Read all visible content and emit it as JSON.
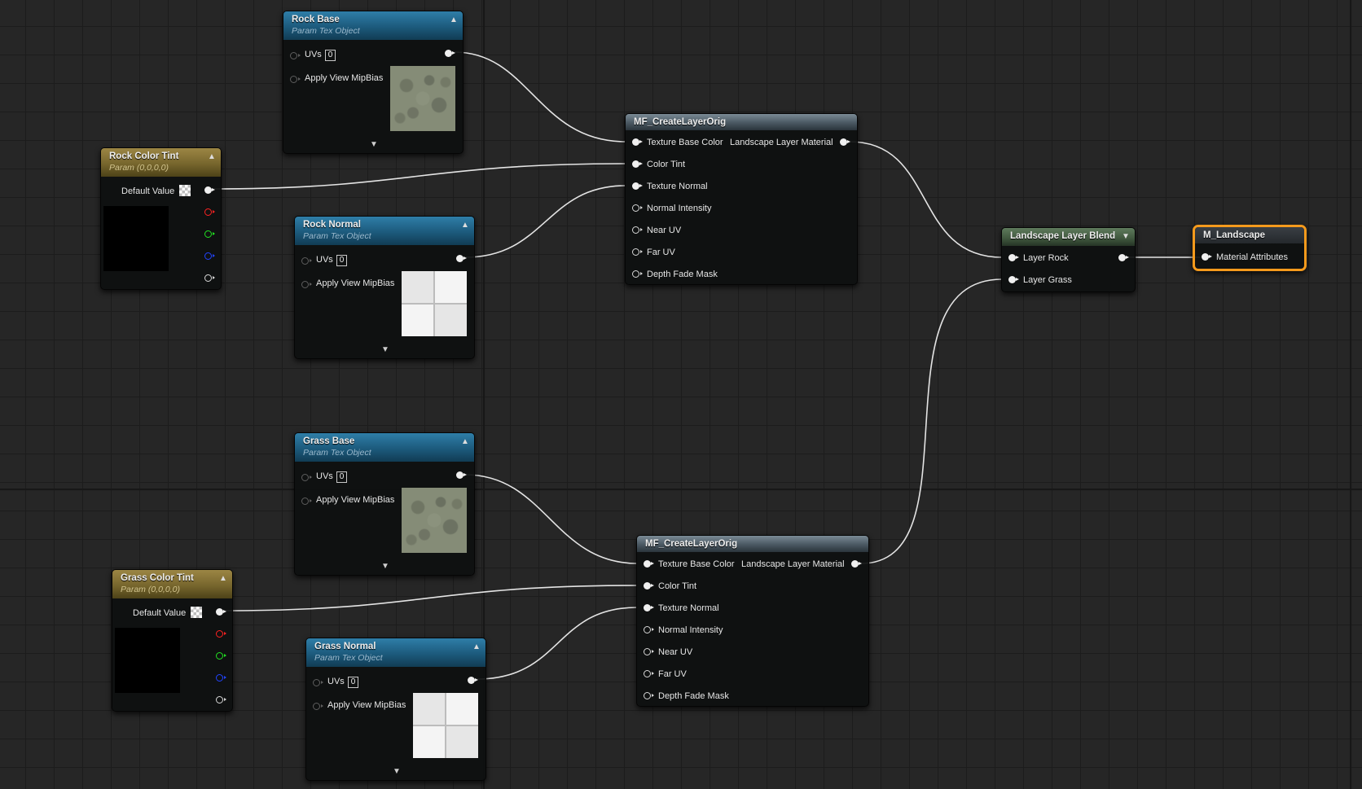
{
  "nodes": {
    "rock_base": {
      "title": "Rock Base",
      "subtitle": "Param Tex Object",
      "uvs_label": "UVs",
      "uvs_value": "0",
      "mip_label": "Apply View MipBias",
      "texture": "rock-albedo-texture"
    },
    "rock_normal": {
      "title": "Rock Normal",
      "subtitle": "Param Tex Object",
      "uvs_label": "UVs",
      "uvs_value": "0",
      "mip_label": "Apply View MipBias",
      "texture": "normal-map-texture"
    },
    "rock_tint": {
      "title": "Rock Color Tint",
      "subtitle": "Param (0,0,0,0)",
      "default_label": "Default Value"
    },
    "grass_base": {
      "title": "Grass Base",
      "subtitle": "Param Tex Object",
      "uvs_label": "UVs",
      "uvs_value": "0",
      "mip_label": "Apply View MipBias",
      "texture": "grass-albedo-texture"
    },
    "grass_normal": {
      "title": "Grass Normal",
      "subtitle": "Param Tex Object",
      "uvs_label": "UVs",
      "uvs_value": "0",
      "mip_label": "Apply View MipBias",
      "texture": "normal-map-texture"
    },
    "grass_tint": {
      "title": "Grass Color Tint",
      "subtitle": "Param (0,0,0,0)",
      "default_label": "Default Value"
    },
    "mf_rock": {
      "title": "MF_CreateLayerOrig",
      "output_label": "Landscape Layer Material",
      "inputs": [
        "Texture Base Color",
        "Color Tint",
        "Texture Normal",
        "Normal Intensity",
        "Near UV",
        "Far UV",
        "Depth Fade Mask"
      ]
    },
    "mf_grass": {
      "title": "MF_CreateLayerOrig",
      "output_label": "Landscape Layer Material",
      "inputs": [
        "Texture Base Color",
        "Color Tint",
        "Texture Normal",
        "Normal Intensity",
        "Near UV",
        "Far UV",
        "Depth Fade Mask"
      ]
    },
    "layer_blend": {
      "title": "Landscape Layer Blend",
      "inputs": [
        "Layer Rock",
        "Layer Grass"
      ]
    },
    "output": {
      "title": "M_Landscape",
      "input_label": "Material Attributes"
    }
  },
  "colors": {
    "param_tex_header": "#1c5a7c",
    "param_vec_header": "#77662d",
    "function_header": "#4a5862",
    "blend_header": "#425a40",
    "selected_outline": "#f59a1c",
    "wire": "#e8e8e8",
    "channel_r": "#ff2222",
    "channel_g": "#22e022",
    "channel_b": "#2244ff"
  }
}
